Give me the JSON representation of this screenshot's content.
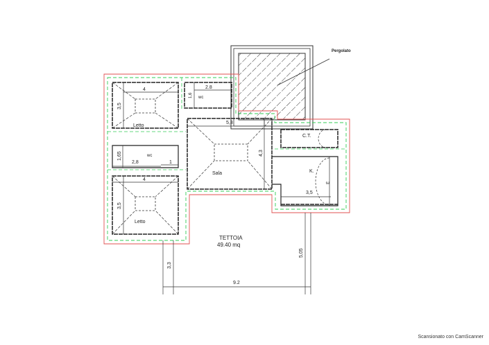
{
  "plan": {
    "rooms": {
      "letto_top": {
        "label": "Letto",
        "width": "4",
        "depth": "3,5"
      },
      "wc_top": {
        "label": "wc",
        "width": "2.8",
        "depth": "1,6"
      },
      "wc_mid": {
        "label": "wc",
        "width": "2,8",
        "depth": "1,65",
        "extra": "1"
      },
      "letto_bottom": {
        "label": "Letto",
        "width": "4",
        "depth": "3,5"
      },
      "sala": {
        "label": "Sala",
        "width": "5,3",
        "depth": "4,3"
      },
      "ct": {
        "label": "C.T."
      },
      "kitchen": {
        "label": "K.",
        "width": "3,5",
        "depth": "3"
      }
    },
    "pergolato": {
      "label": "Pergolato"
    },
    "tettoia": {
      "title": "TETTOIA",
      "area": "49.40 mq",
      "width": "9.2",
      "left_depth": "3,3",
      "right_depth": "5,05"
    },
    "colors": {
      "outline": "#e05050",
      "insulation": "#33cc55",
      "wall": "#222222"
    }
  },
  "watermark": "Scansionato con CamScanner"
}
